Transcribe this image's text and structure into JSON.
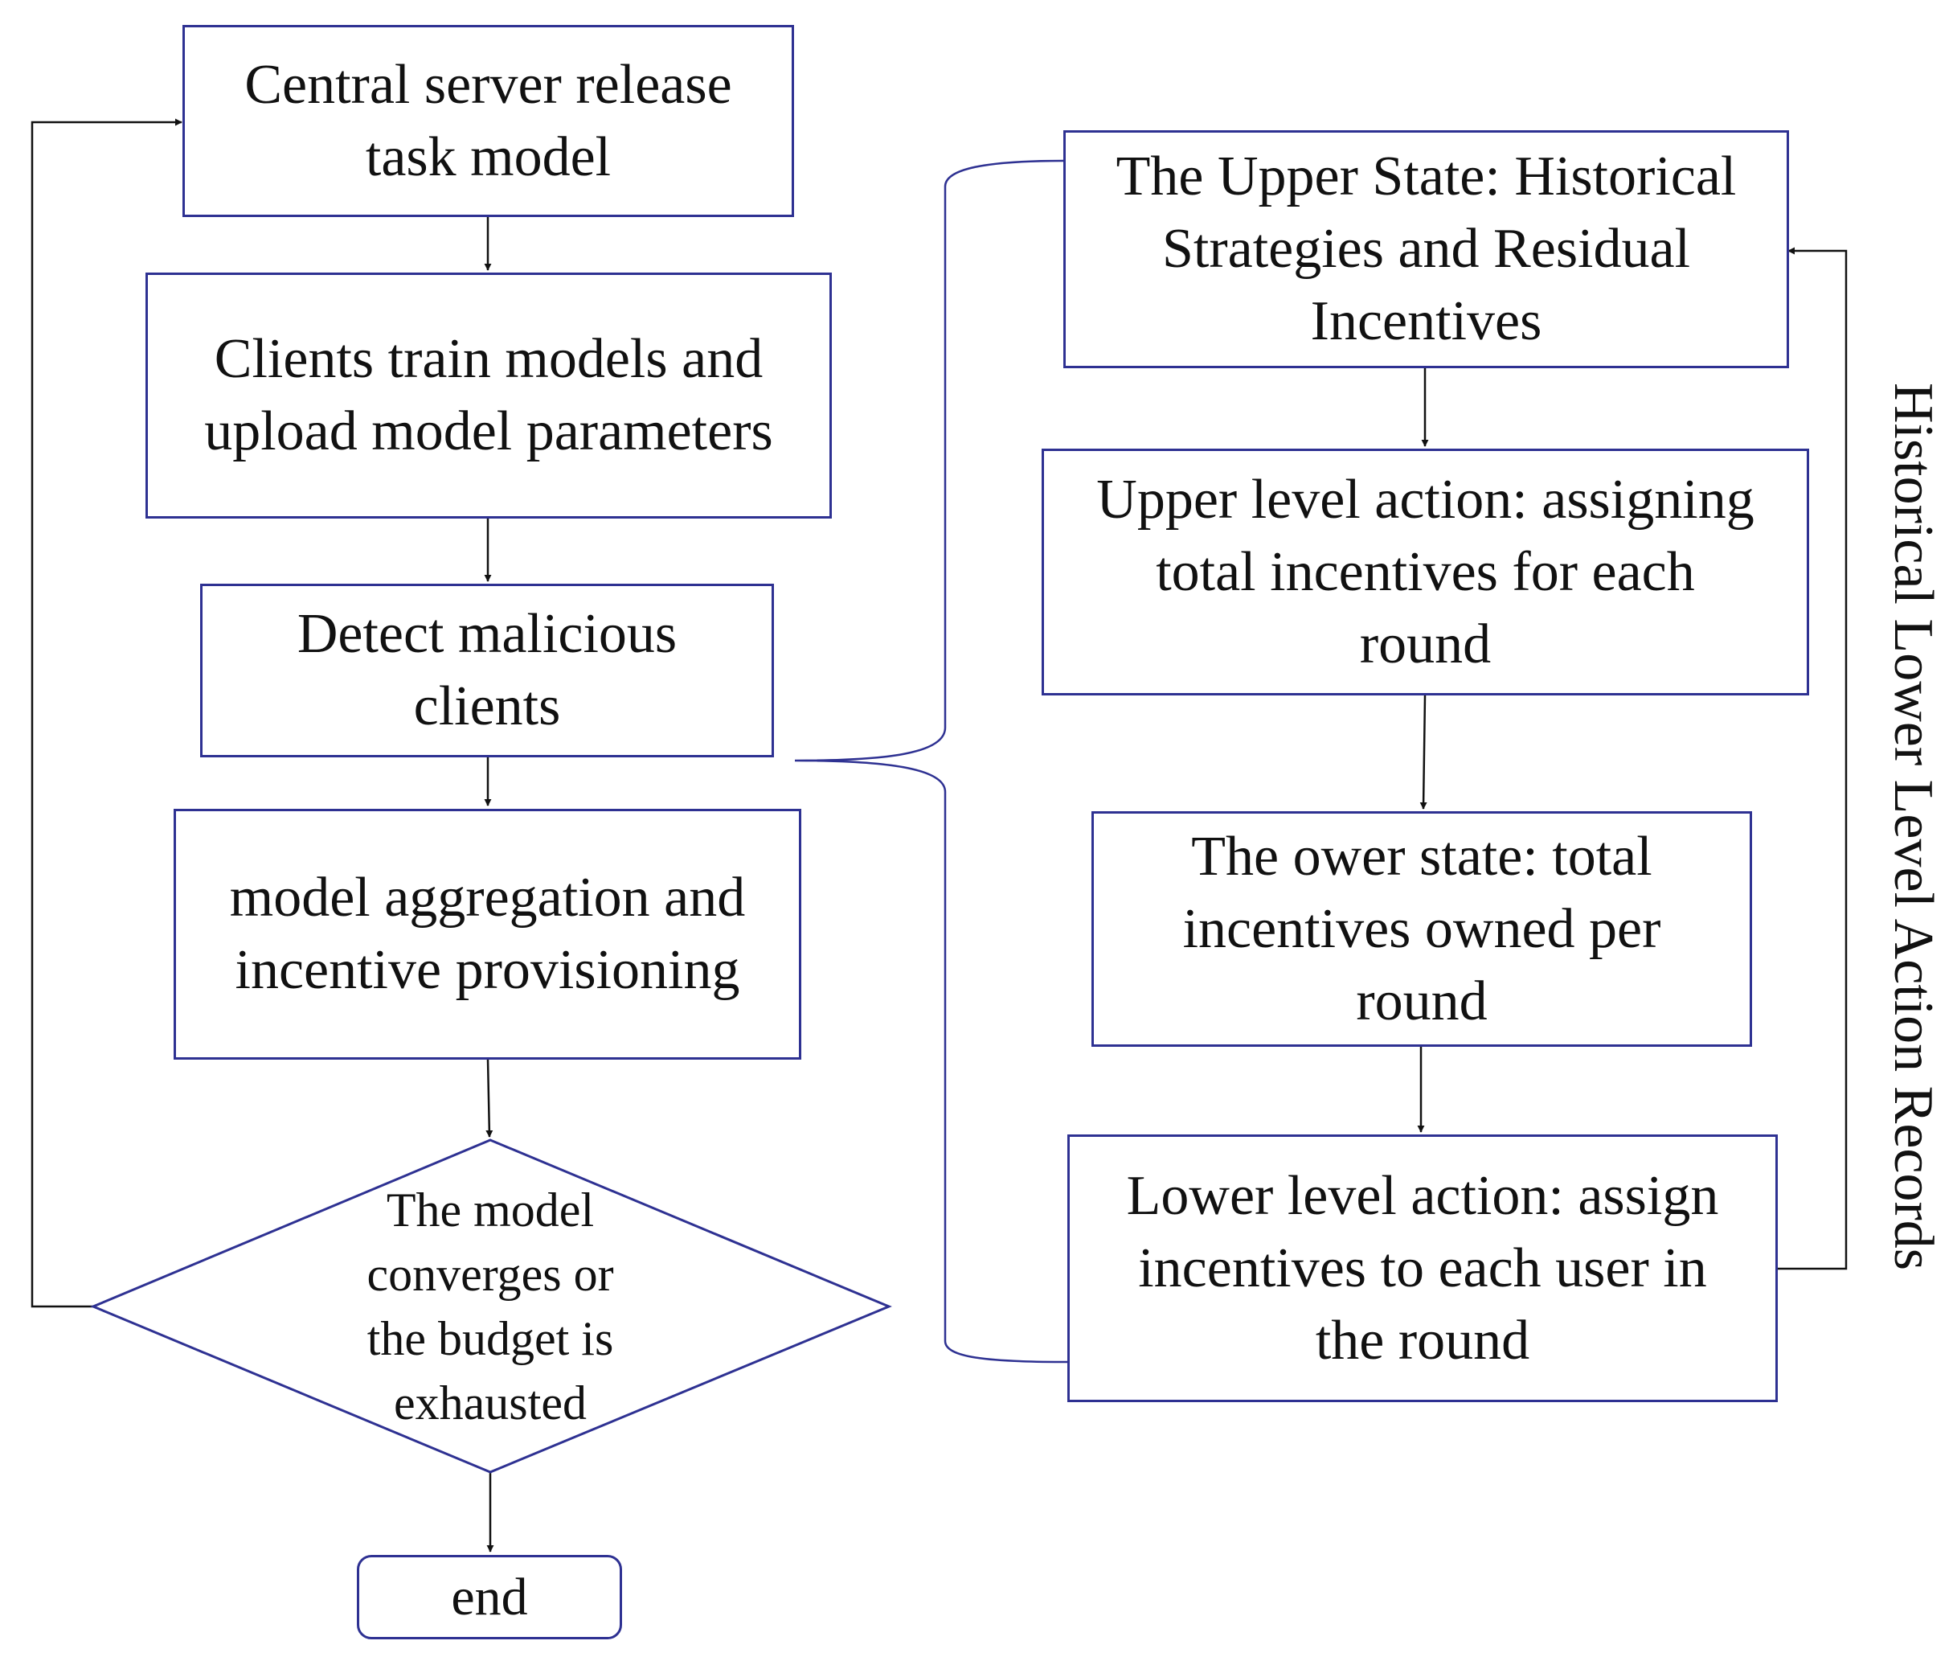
{
  "colors": {
    "box_border": "#2e3192",
    "arrow": "#111111",
    "text": "#111111"
  },
  "left_flow": {
    "release": "Central server release\ntask model",
    "train": "Clients train models and\nupload model parameters",
    "detect": "Detect malicious\nclients",
    "aggregate": "model aggregation and\nincentive provisioning",
    "decision": "The model\nconverges or\nthe budget is\nexhausted",
    "end": "end"
  },
  "right_flow": {
    "upper_state": "The Upper State: Historical\nStrategies and Residual\nIncentives",
    "upper_action": "Upper level action: assigning\ntotal incentives for each\nround",
    "lower_state": "The ower state: total\nincentives owned per\nround",
    "lower_action": "Lower level action: assign\nincentives to each user in\nthe round"
  },
  "feedback_label": "Historical Lower Level Action Records"
}
